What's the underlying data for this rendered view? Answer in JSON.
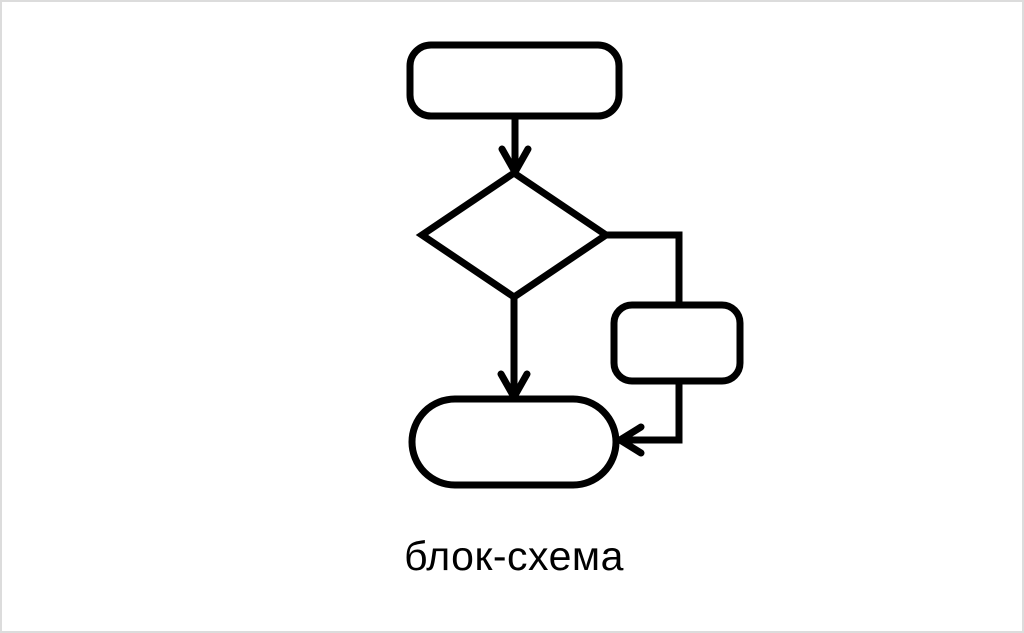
{
  "canvas": {
    "background_color": "#ffffff",
    "border_color": "#dcdcdc"
  },
  "diagram": {
    "type": "flowchart",
    "stroke_color": "#000000",
    "fill_color": "#ffffff",
    "nodes": [
      {
        "id": "start",
        "shape": "rounded-rectangle",
        "role": "terminator",
        "label": ""
      },
      {
        "id": "decision",
        "shape": "diamond",
        "role": "decision",
        "label": ""
      },
      {
        "id": "process",
        "shape": "rounded-rectangle",
        "role": "process",
        "label": ""
      },
      {
        "id": "end",
        "shape": "stadium",
        "role": "terminator",
        "label": ""
      }
    ],
    "edges": [
      {
        "from": "start",
        "to": "decision",
        "direction": "down",
        "arrowhead": true
      },
      {
        "from": "decision",
        "to": "process",
        "direction": "right-then-down",
        "arrowhead": false
      },
      {
        "from": "decision",
        "to": "end",
        "direction": "down",
        "arrowhead": true
      },
      {
        "from": "process",
        "to": "end",
        "direction": "down-then-left",
        "arrowhead": true
      }
    ]
  },
  "caption": {
    "text": "блок-схема"
  }
}
